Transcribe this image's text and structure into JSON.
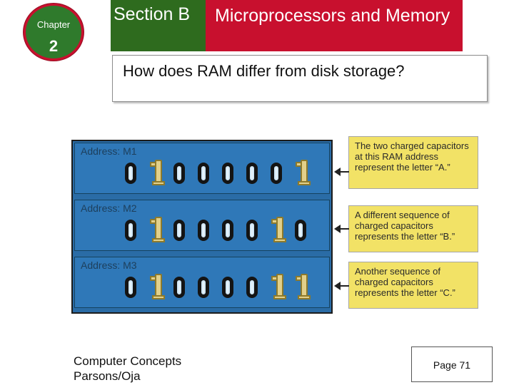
{
  "chapter": {
    "label": "Chapter",
    "number": "2"
  },
  "header": {
    "section": "Section B",
    "title": "Microprocessors and Memory"
  },
  "question": "How does RAM differ from disk storage?",
  "ram": {
    "rows": [
      {
        "address": "Address: M1",
        "bits": [
          "0",
          "1",
          "0",
          "0",
          "0",
          "0",
          "0",
          "1"
        ]
      },
      {
        "address": "Address: M2",
        "bits": [
          "0",
          "1",
          "0",
          "0",
          "0",
          "0",
          "1",
          "0"
        ]
      },
      {
        "address": "Address: M3",
        "bits": [
          "0",
          "1",
          "0",
          "0",
          "0",
          "0",
          "1",
          "1"
        ]
      }
    ]
  },
  "callouts": [
    "The two charged capacitors at this RAM address represent the letter “A.”",
    "A different sequence of charged capacitors represents the letter “B.”",
    "Another sequence of charged capacitors represents the letter “C.”"
  ],
  "footer": {
    "line1": "Computer Concepts",
    "line2": "Parsons/Oja",
    "page": "Page 71"
  },
  "colors": {
    "chapter_badge": "#2f7a2c",
    "section_bg": "#2e6b1e",
    "title_bg": "#c8102e",
    "ram_panel": "#2a6ca6",
    "callout_bg": "#f2e266"
  }
}
